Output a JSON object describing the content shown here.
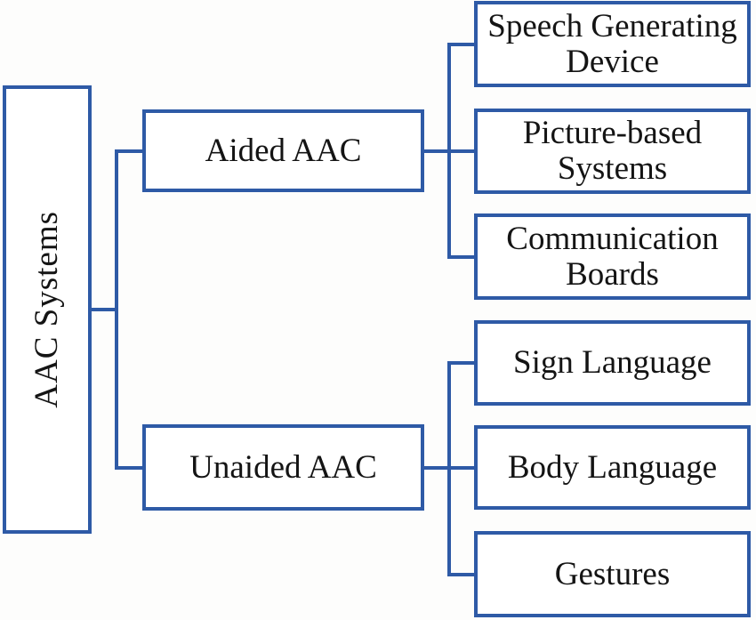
{
  "colors": {
    "line_blue": "#2e5aa6",
    "text_black": "#141414",
    "background": "#fdfdfc",
    "box_fill": "#ffffff"
  },
  "diagram": {
    "root": {
      "label": "AAC Systems"
    },
    "branches": [
      {
        "label": "Aided AAC",
        "children": [
          {
            "label": "Speech Generating Device"
          },
          {
            "label": "Picture-based Systems"
          },
          {
            "label": "Communication Boards"
          }
        ]
      },
      {
        "label": "Unaided AAC",
        "children": [
          {
            "label": "Sign Language"
          },
          {
            "label": "Body Language"
          },
          {
            "label": "Gestures"
          }
        ]
      }
    ]
  }
}
